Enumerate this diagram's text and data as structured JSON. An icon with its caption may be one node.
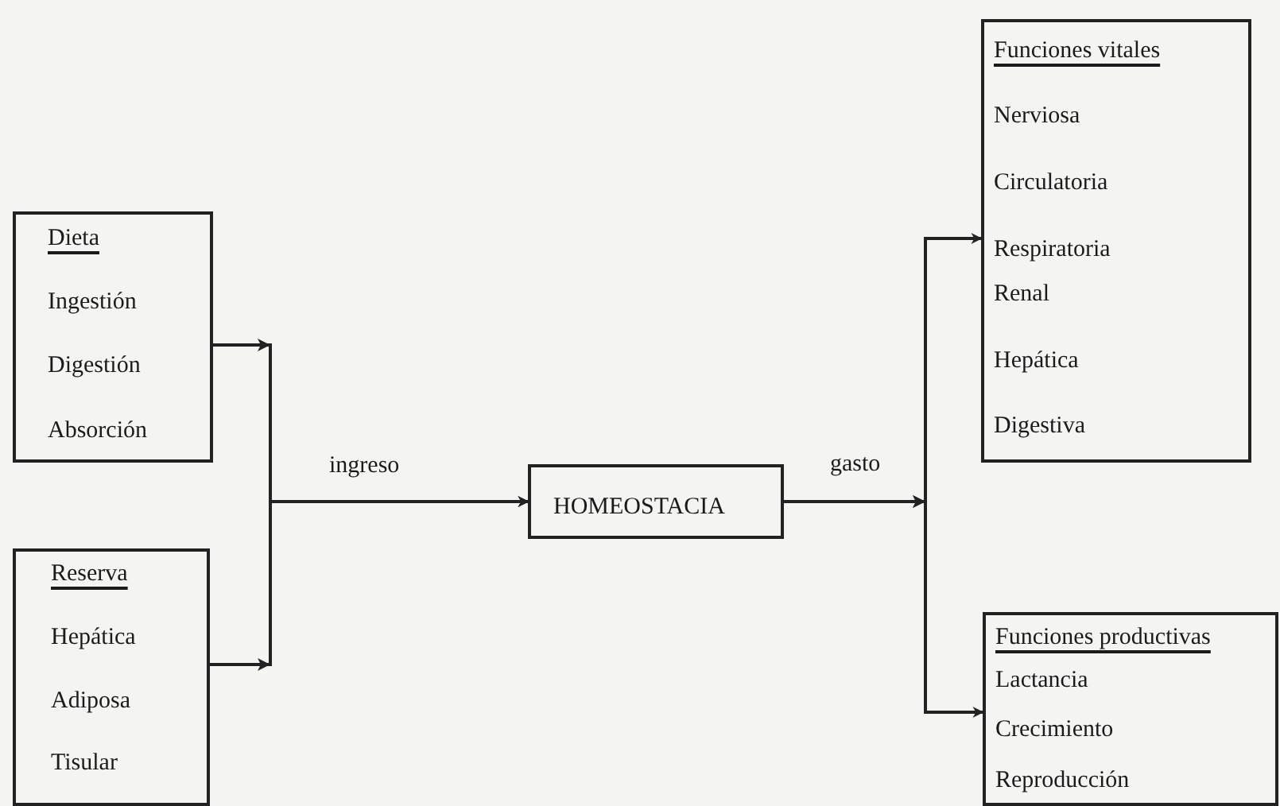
{
  "diagram": {
    "nodes": [
      {
        "text": [
          "Dieta",
          "Ingestión",
          "Digestión",
          "Absorción"
        ]
      },
      {
        "text": [
          "Reserva",
          "Hepática",
          "Adiposa",
          "Tisular"
        ]
      },
      {
        "text": [
          "HOMEOSTACIA"
        ]
      },
      {
        "text": [
          "Funciones vitales",
          "Nerviosa",
          "Circulatoria",
          "Respiratoria",
          "Renal",
          "Hepática",
          "Digestiva"
        ]
      },
      {
        "text": [
          "Funciones productivas",
          "Lactancia",
          "Crecimiento",
          "Reproducción"
        ]
      }
    ],
    "edges": [
      {
        "from": 0,
        "to": 2,
        "arrow": "to",
        "label": "ingreso"
      },
      {
        "from": 1,
        "to": 2,
        "arrow": "to"
      },
      {
        "from": 2,
        "to": 3,
        "arrow": "to",
        "label": "gasto"
      },
      {
        "from": 2,
        "to": 4,
        "arrow": "to"
      }
    ]
  }
}
